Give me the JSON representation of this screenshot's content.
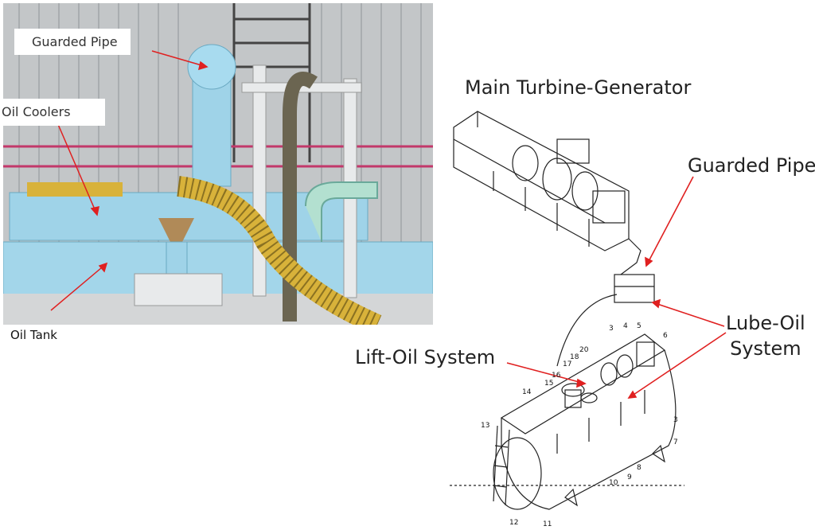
{
  "photo": {
    "callouts": {
      "guarded_pipe": "Guarded Pipe",
      "oil_coolers": "Oil Coolers",
      "oil_tank": "Oil Tank"
    }
  },
  "diagram": {
    "title": "Main Turbine-Generator",
    "labels": {
      "guarded_pipe": "Guarded Pipe",
      "lube_oil_line1": "Lube-Oil",
      "lube_oil_line2": "System",
      "lift_oil": "Lift-Oil System"
    },
    "part_numbers": [
      "3",
      "4",
      "5",
      "6",
      "20",
      "18",
      "17",
      "16",
      "15",
      "14",
      "13",
      "3",
      "7",
      "8",
      "9",
      "10",
      "12",
      "11"
    ]
  },
  "colors": {
    "arrow": "#e02020",
    "sky_blue_equipment": "#9fd3e8",
    "hose_yellow": "#d8b23a",
    "wall_gray": "#b9bcbe"
  }
}
